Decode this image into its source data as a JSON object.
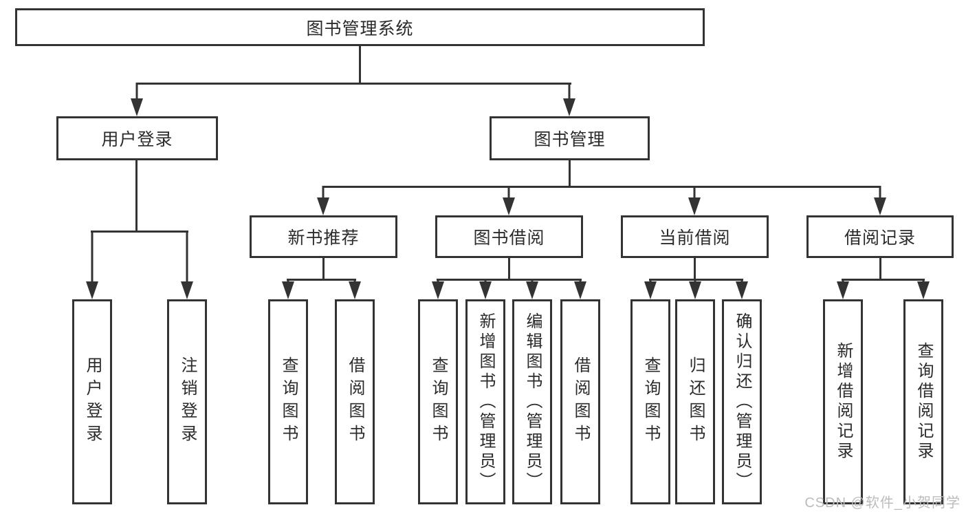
{
  "diagram_title": "图书管理系统",
  "colors": {
    "line": "#333333",
    "text": "#2b2b2b",
    "watermark": "#bcbcbc",
    "background": "#ffffff"
  },
  "tree": {
    "root": {
      "label": "图书管理系统"
    },
    "branches": [
      {
        "label": "用户登录",
        "children": [
          {
            "label": "用户登录"
          },
          {
            "label": "注销登录"
          }
        ]
      },
      {
        "label": "图书管理",
        "children": [
          {
            "label": "新书推荐",
            "children": [
              {
                "label": "查询图书"
              },
              {
                "label": "借阅图书"
              }
            ]
          },
          {
            "label": "图书借阅",
            "children": [
              {
                "label": "查询图书"
              },
              {
                "label": "新增图书（管理员）"
              },
              {
                "label": "编辑图书（管理员）"
              },
              {
                "label": "借阅图书"
              }
            ]
          },
          {
            "label": "当前借阅",
            "children": [
              {
                "label": "查询图书"
              },
              {
                "label": "归还图书"
              },
              {
                "label": "确认归还（管理员）"
              }
            ]
          },
          {
            "label": "借阅记录",
            "children": [
              {
                "label": "新增借阅记录"
              },
              {
                "label": "查询借阅记录"
              }
            ]
          }
        ]
      }
    ]
  },
  "watermark": "CSDN @软件_小贺同学"
}
